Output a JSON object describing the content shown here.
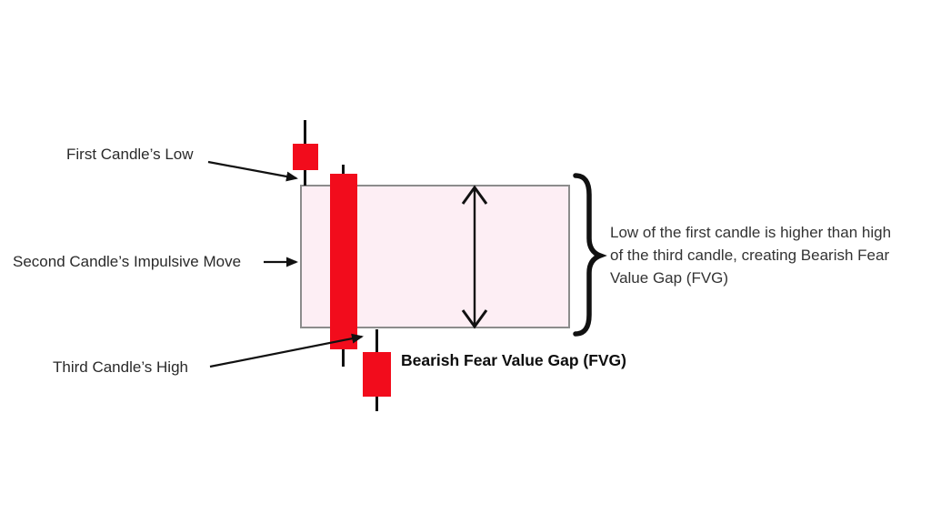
{
  "colors": {
    "background": "#ffffff",
    "candle_red": "#f20c1c",
    "fvg_fill": "#fdeef4",
    "fvg_border": "#8c8c8c",
    "label_text": "#2a2a2a",
    "caption_text": "#0d0d0d",
    "note_text": "#333333",
    "line_black": "#111111"
  },
  "labels": {
    "first_candle_low": "First Candle’s Low",
    "second_candle_impulsive_move": "Second Candle’s Impulsive Move",
    "third_candle_high": "Third Candle’s High"
  },
  "caption": {
    "text": "Bearish Fear Value Gap (FVG)"
  },
  "note": {
    "lines": [
      "Low of the first candle is higher than high",
      "of the third candle, creating Bearish Fear",
      "Value Gap (FVG)"
    ]
  }
}
